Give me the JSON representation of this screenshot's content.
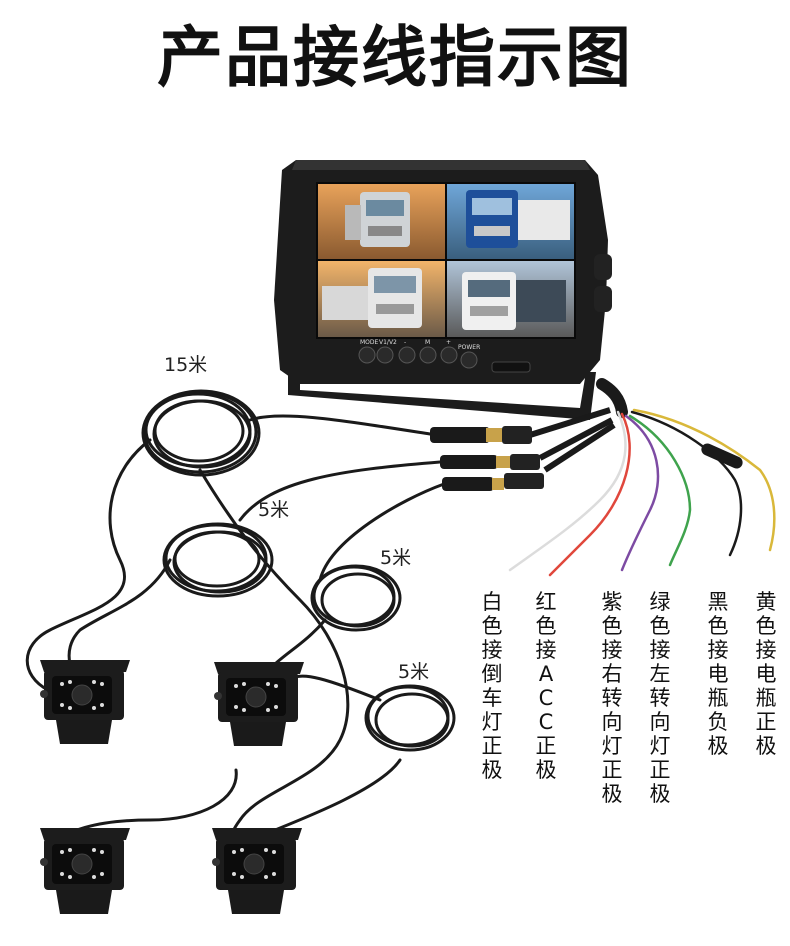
{
  "title": "产品接线指示图",
  "cable_lengths": [
    "15米",
    "5米",
    "5米",
    "5米"
  ],
  "monitor_buttons": [
    "MODE",
    "V1/V2",
    "-",
    "M",
    "+",
    "POWER"
  ],
  "wire_labels": [
    {
      "text": "白色接倒车灯正极",
      "color": "#e8e8e8"
    },
    {
      "text": "红色接ACC正极",
      "color": "#e0473c"
    },
    {
      "text": "紫色接右转向灯正极",
      "color": "#7d4ba3"
    },
    {
      "text": "绿色接左转向灯正极",
      "color": "#3fa34d"
    },
    {
      "text": "黑色接电瓶负极",
      "color": "#1a1a1a"
    },
    {
      "text": "黄色接电瓶正极",
      "color": "#d9b83a"
    }
  ]
}
